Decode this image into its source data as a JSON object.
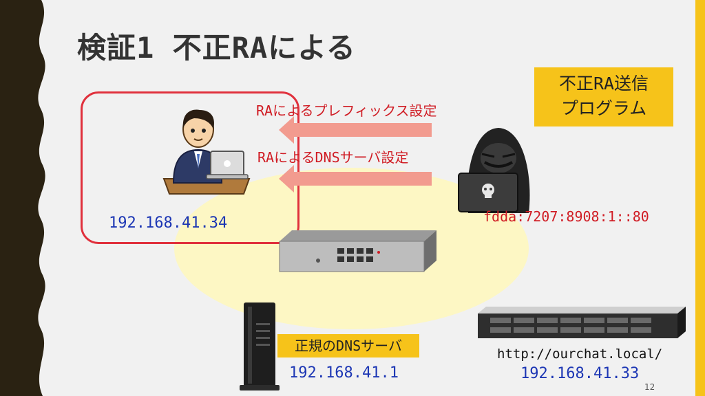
{
  "slide": {
    "title": "検証1 不正RAによる",
    "page_number": "12"
  },
  "arrows": {
    "prefix_label": "RAによるプレフィックス設定",
    "dns_label": "RAによるDNSサーバ設定"
  },
  "victim": {
    "ip": "192.168.41.34"
  },
  "attacker": {
    "program_label_line1": "不正RA送信",
    "program_label_line2": "プログラム",
    "ipv6": "fdda:7207:8908:1::80"
  },
  "dns_server": {
    "label": "正規のDNSサーバ",
    "ip": "192.168.41.1"
  },
  "web_server": {
    "url": "http://ourchat.local/",
    "ip": "192.168.41.33"
  },
  "colors": {
    "accent": "#f6c31a",
    "alert_red": "#d01c24",
    "arrow_fill": "#f29b8f",
    "ip_blue": "#1c36b4",
    "border_dark": "#2a2212"
  }
}
